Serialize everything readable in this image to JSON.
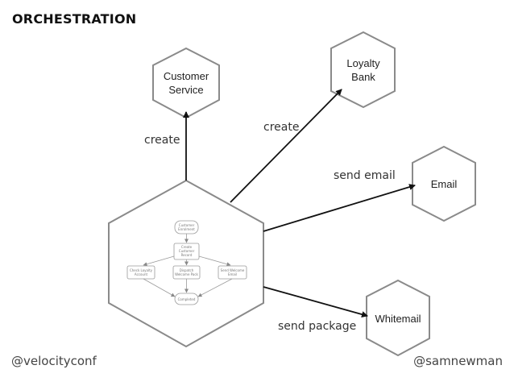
{
  "title": "ORCHESTRATION",
  "services": {
    "customer_service": "Customer Service",
    "loyalty_bank": "Loyalty Bank",
    "email": "Email",
    "whitemail": "Whitemail"
  },
  "edges": {
    "to_customer_service": "create",
    "to_loyalty_bank": "create",
    "to_email": "send email",
    "to_whitemail": "send package"
  },
  "workflow": {
    "start": "Customer Enrolment",
    "create_record": "Create Customer Record",
    "loyalty": "Check Loyalty Account",
    "dispatch": "Dispatch Welcome Pack",
    "welcome_email": "Send Welcome Email",
    "completed": "Completed"
  },
  "footer": {
    "left": "@velocityconf",
    "right": "@samnewman"
  }
}
